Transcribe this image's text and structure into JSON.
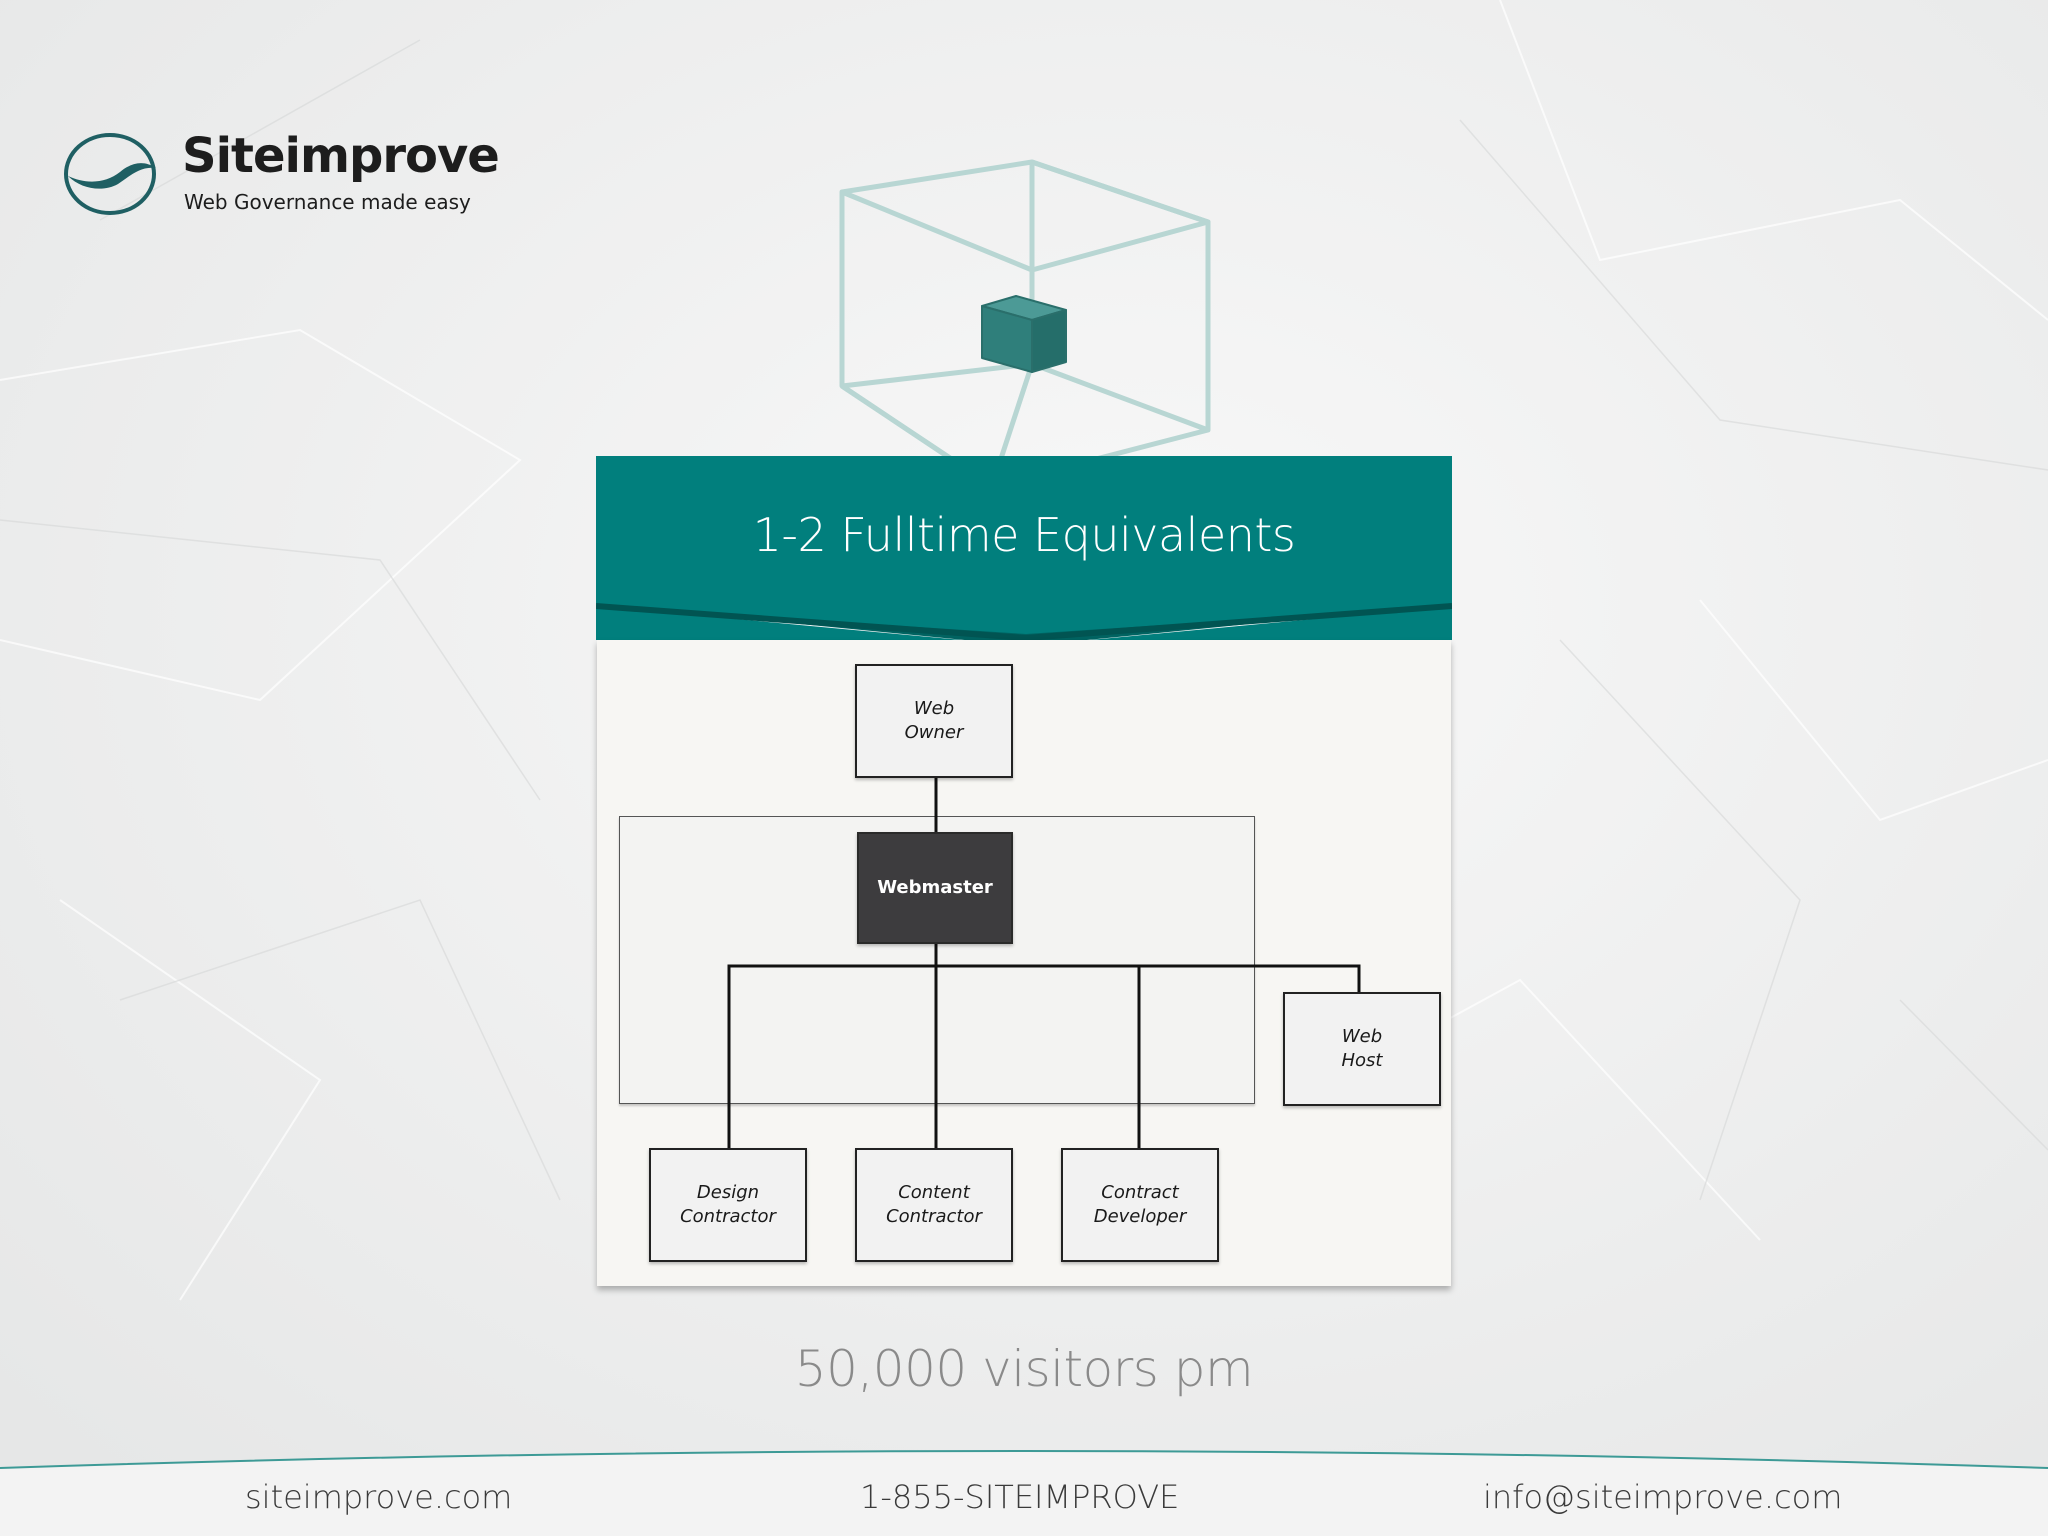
{
  "brand": {
    "name": "Siteimprove",
    "tagline": "Web Governance made easy"
  },
  "colors": {
    "teal": "#017f7d",
    "teal_dark": "#016361",
    "cube_inner": "#2f7f7b",
    "cube_line": "#b8d6d3",
    "webmaster_fill": "#3d3c3e",
    "background": "#f1f2f2"
  },
  "icons": {
    "logo": "siteimprove-logo-icon",
    "cube": "nested-cube-icon"
  },
  "banner": {
    "title": "1-2 Fulltime Equivalents"
  },
  "org_chart": {
    "nodes": {
      "web_owner": "Web\nOwner",
      "webmaster": "Webmaster",
      "web_host": "Web\nHost",
      "design_contractor": "Design\nContractor",
      "content_contractor": "Content\nContractor",
      "contract_developer": "Contract\nDeveloper"
    }
  },
  "caption": "50,000 visitors pm",
  "footer": {
    "website": "siteimprove.com",
    "phone": "1-855-SITEIMPROVE",
    "email": "info@siteimprove.com"
  }
}
